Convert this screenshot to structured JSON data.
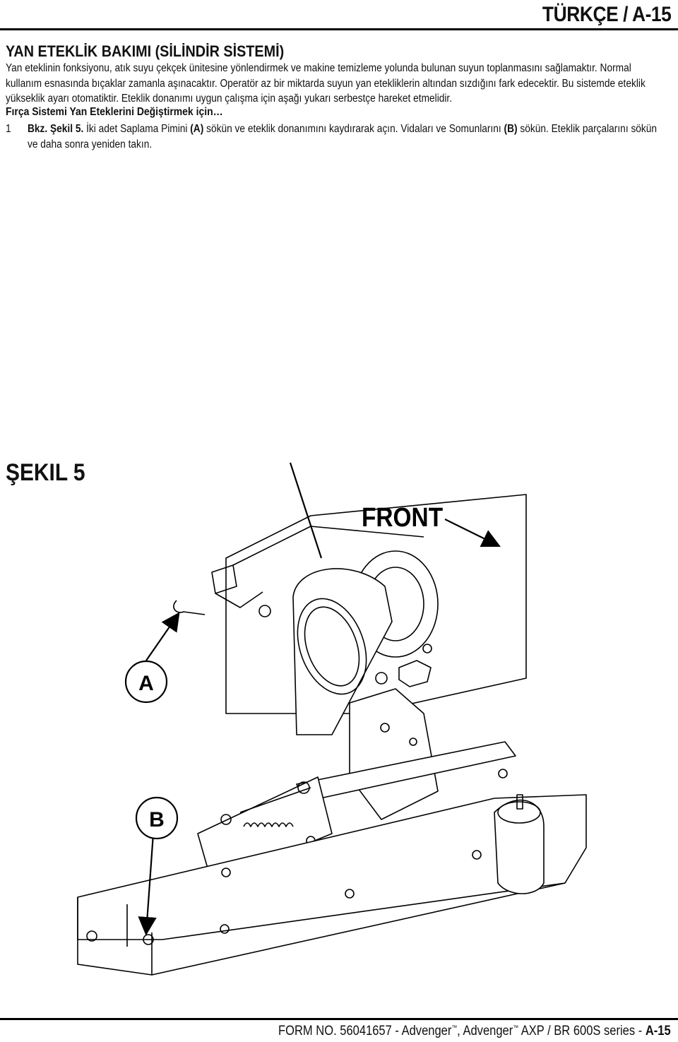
{
  "header": {
    "language_page": "TÜRKÇE / A-15"
  },
  "section": {
    "title": "YAN ETEKLİK BAKIMI (SİLİNDİR SİSTEMİ)",
    "paragraph": "Yan eteklinin fonksiyonu, atık suyu çekçek ünitesine yönlendirmek ve makine temizleme yolunda bulunan suyun toplanmasını sağlamaktır. Normal kullanım esnasında bıçaklar zamanla aşınacaktır. Operatör az bir miktarda suyun yan etekliklerin altından sızdığını fark edecektir. Bu sistemde eteklik yükseklik ayarı otomatiktir. Eteklik donanımı uygun çalışma için aşağı yukarı serbestçe hareket etmelidir."
  },
  "procedure": {
    "heading": "Fırça Sistemi Yan Eteklerini Değiştirmek için…",
    "steps": [
      {
        "number": "1",
        "ref": "Bkz. Şekil 5.",
        "text_1": " İki adet Saplama Pimini ",
        "label_a": "(A)",
        "text_2": " sökün ve eteklik donanımını kaydırarak açın. Vidaları ve Somunlarını ",
        "label_b": "(B)",
        "text_3": " sökün. Eteklik parçalarını sökün ve daha sonra yeniden takın."
      }
    ]
  },
  "figure": {
    "label": "ŞEKIL 5",
    "front_label": "FRONT",
    "callout_a": "A",
    "callout_b": "B"
  },
  "footer": {
    "form_prefix": "FORM NO. 56041657 - Advenger",
    "tm": "™",
    "sep": ", Advenger",
    "suffix": " AXP / BR 600S series - ",
    "page": "A-15"
  }
}
